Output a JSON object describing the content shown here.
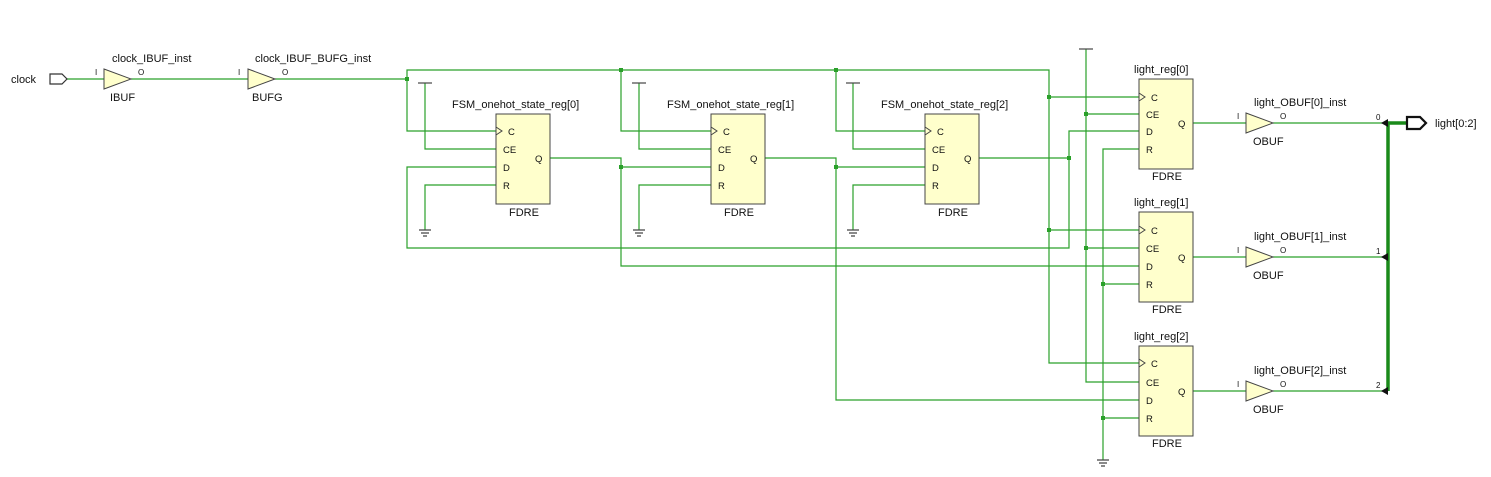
{
  "ports": {
    "input": "clock",
    "output": "light[0:2]",
    "bus_indices": [
      "0",
      "1",
      "2"
    ]
  },
  "buffers": {
    "clock_ibuf": {
      "inst": "clock_IBUF_inst",
      "type": "IBUF",
      "in": "I",
      "out": "O"
    },
    "clock_bufg": {
      "inst": "clock_IBUF_BUFG_inst",
      "type": "BUFG",
      "in": "I",
      "out": "O"
    },
    "obuf0": {
      "inst": "light_OBUF[0]_inst",
      "type": "OBUF",
      "in": "I",
      "out": "O"
    },
    "obuf1": {
      "inst": "light_OBUF[1]_inst",
      "type": "OBUF",
      "in": "I",
      "out": "O"
    },
    "obuf2": {
      "inst": "light_OBUF[2]_inst",
      "type": "OBUF",
      "in": "I",
      "out": "O"
    }
  },
  "flops": {
    "fsm0": {
      "inst": "FSM_onehot_state_reg[0]",
      "type": "FDRE"
    },
    "fsm1": {
      "inst": "FSM_onehot_state_reg[1]",
      "type": "FDRE"
    },
    "fsm2": {
      "inst": "FSM_onehot_state_reg[2]",
      "type": "FDRE"
    },
    "light0": {
      "inst": "light_reg[0]",
      "type": "FDRE"
    },
    "light1": {
      "inst": "light_reg[1]",
      "type": "FDRE"
    },
    "light2": {
      "inst": "light_reg[2]",
      "type": "FDRE"
    }
  },
  "pins": {
    "c": "C",
    "ce": "CE",
    "d": "D",
    "r": "R",
    "q": "Q"
  },
  "colors": {
    "wire": "#2aa02a",
    "bus": "#1a8a1a",
    "block_fill": "#ffffcc",
    "block_stroke": "#444444"
  }
}
